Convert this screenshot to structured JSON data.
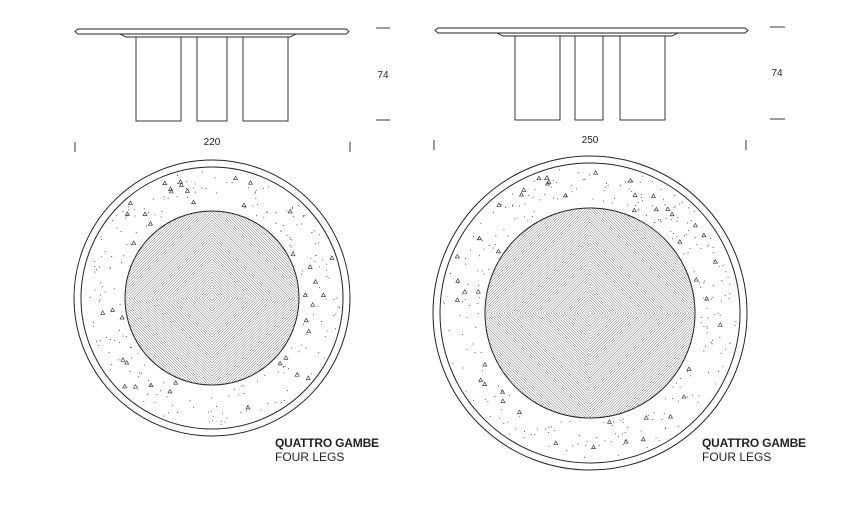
{
  "tables": [
    {
      "height_dim": "74",
      "width_dim": "220",
      "title": "QUATTRO GAMBE",
      "subtitle": "FOUR LEGS"
    },
    {
      "height_dim": "74",
      "width_dim": "250",
      "title": "QUATTRO GAMBE",
      "subtitle": "FOUR LEGS"
    }
  ],
  "colors": {
    "line": "#222222",
    "text": "#231f20"
  }
}
